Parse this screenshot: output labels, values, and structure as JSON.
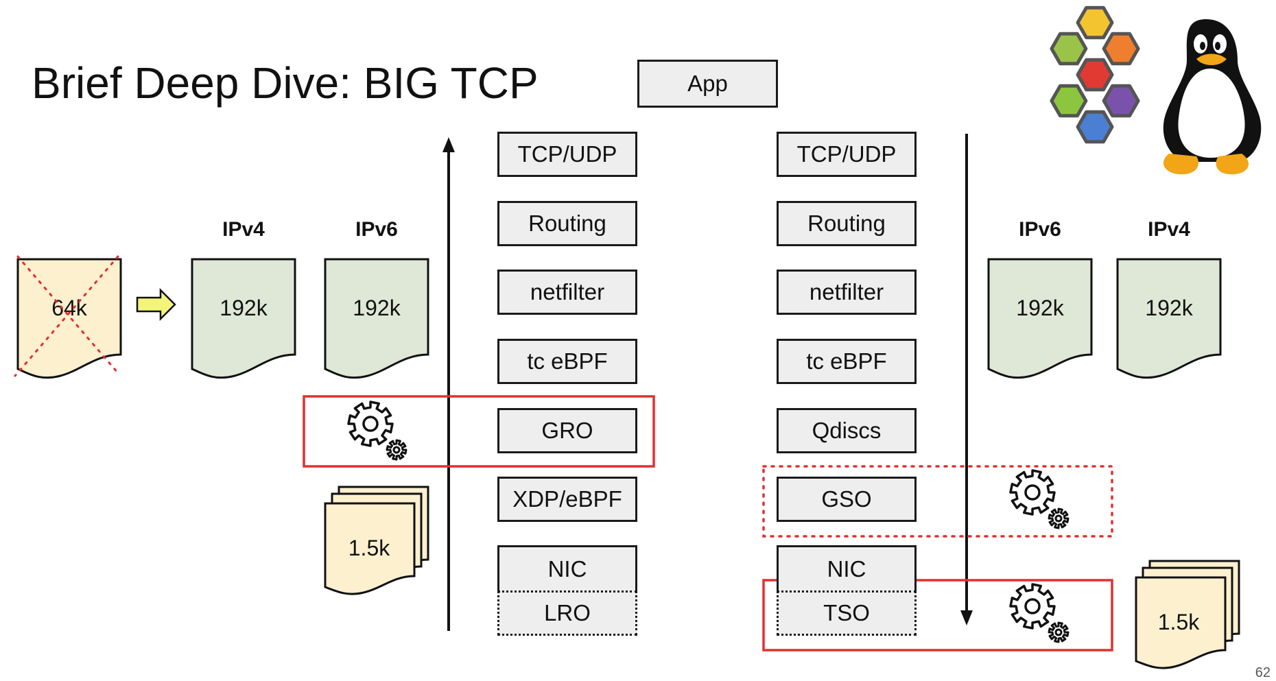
{
  "title": "Brief Deep Dive: BIG TCP",
  "page_number": "62",
  "app_label": "App",
  "left_stack": [
    "TCP/UDP",
    "Routing",
    "netfilter",
    "tc eBPF",
    "GRO",
    "XDP/eBPF",
    "NIC",
    "LRO"
  ],
  "right_stack": [
    "TCP/UDP",
    "Routing",
    "netfilter",
    "tc eBPF",
    "Qdiscs",
    "GSO",
    "NIC",
    "TSO"
  ],
  "left_headers": [
    "IPv4",
    "IPv6"
  ],
  "right_headers": [
    "IPv6",
    "IPv4"
  ],
  "packets": {
    "old": "64k",
    "left_big": [
      "192k",
      "192k"
    ],
    "right_big": [
      "192k",
      "192k"
    ],
    "left_small": "1.5k",
    "right_small": "1.5k"
  },
  "colors": {
    "green_fill": "#dfe8d6",
    "yellow_fill": "#fdf0cf",
    "red_box": "#e03030",
    "arrow_fill": "#f2f57a"
  },
  "icons": [
    "gears-icon",
    "hexagon-logo-icon",
    "tux-penguin-icon"
  ]
}
